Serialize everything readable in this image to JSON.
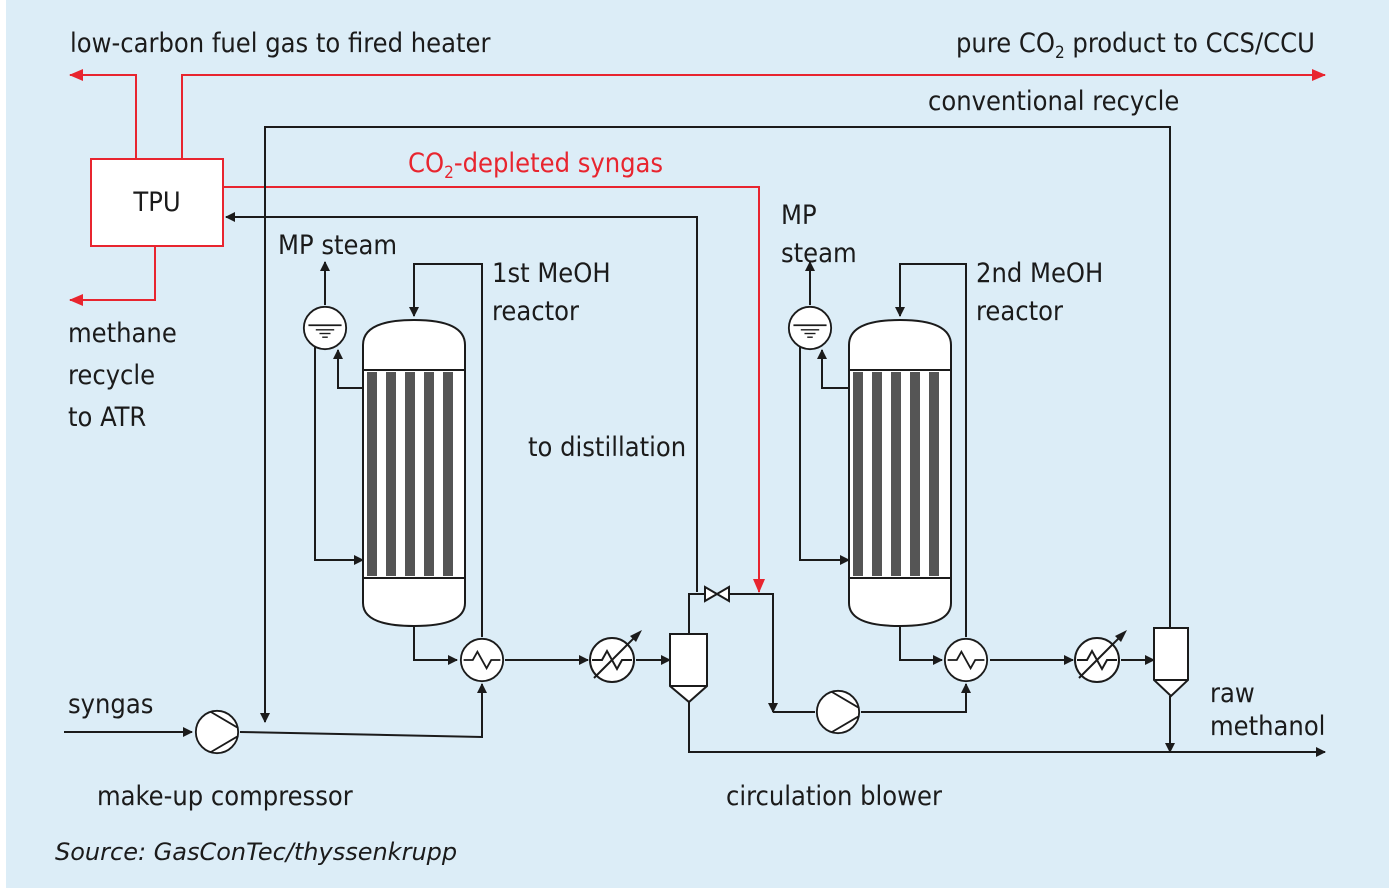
{
  "labels": {
    "fuel_gas": "low-carbon fuel gas to fired heater",
    "co2_product_pre": "pure CO",
    "co2_product_sub": "2",
    "co2_product_post": " product to CCS/CCU",
    "conventional_recycle": "conventional recycle",
    "depleted_pre": "CO",
    "depleted_sub": "2",
    "depleted_post": "-depleted syngas",
    "tpu": "TPU",
    "mp_steam_1": "MP steam",
    "reactor1_line1": "1st MeOH",
    "reactor1_line2": "reactor",
    "mp_steam_2_line1": "MP",
    "mp_steam_2_line2": "steam",
    "reactor2_line1": "2nd MeOH",
    "reactor2_line2": "reactor",
    "methane_line1": "methane",
    "methane_line2": "recycle",
    "methane_line3": "to ATR",
    "to_distillation": "to distillation",
    "syngas": "syngas",
    "raw_line1": "raw",
    "raw_line2": "methanol",
    "makeup_compressor": "make-up compressor",
    "circulation_blower": "circulation blower"
  },
  "source": "Source: GasConTec/thyssenkrupp",
  "colors": {
    "background": "#dcedf7",
    "process_line": "#1b1b1b",
    "co2_line": "#e8252f",
    "tube_fill": "#555555"
  }
}
